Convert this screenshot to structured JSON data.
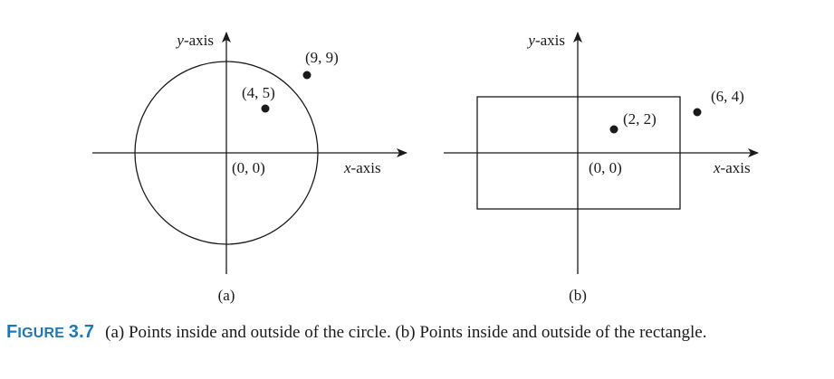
{
  "colors": {
    "caption_label": "#1f78b4",
    "ink": "#1a1a1a"
  },
  "panels": {
    "a": {
      "y_axis_var": "y",
      "y_axis_suffix": "-axis",
      "x_axis_var": "x",
      "x_axis_suffix": "-axis",
      "origin_label": "(0, 0)",
      "shape": "circle",
      "points": [
        {
          "label": "(4, 5)"
        },
        {
          "label": "(9, 9)"
        }
      ],
      "sublabel": "(a)"
    },
    "b": {
      "y_axis_var": "y",
      "y_axis_suffix": "-axis",
      "x_axis_var": "x",
      "x_axis_suffix": "-axis",
      "origin_label": "(0, 0)",
      "shape": "rectangle",
      "points": [
        {
          "label": "(2, 2)"
        },
        {
          "label": "(6, 4)"
        }
      ],
      "sublabel": "(b)"
    }
  },
  "caption": {
    "label_first": "F",
    "label_rest": "IGURE",
    "label_number": "3.7",
    "text": "(a) Points inside and outside of the circle. (b) Points inside and outside of the rectangle."
  }
}
